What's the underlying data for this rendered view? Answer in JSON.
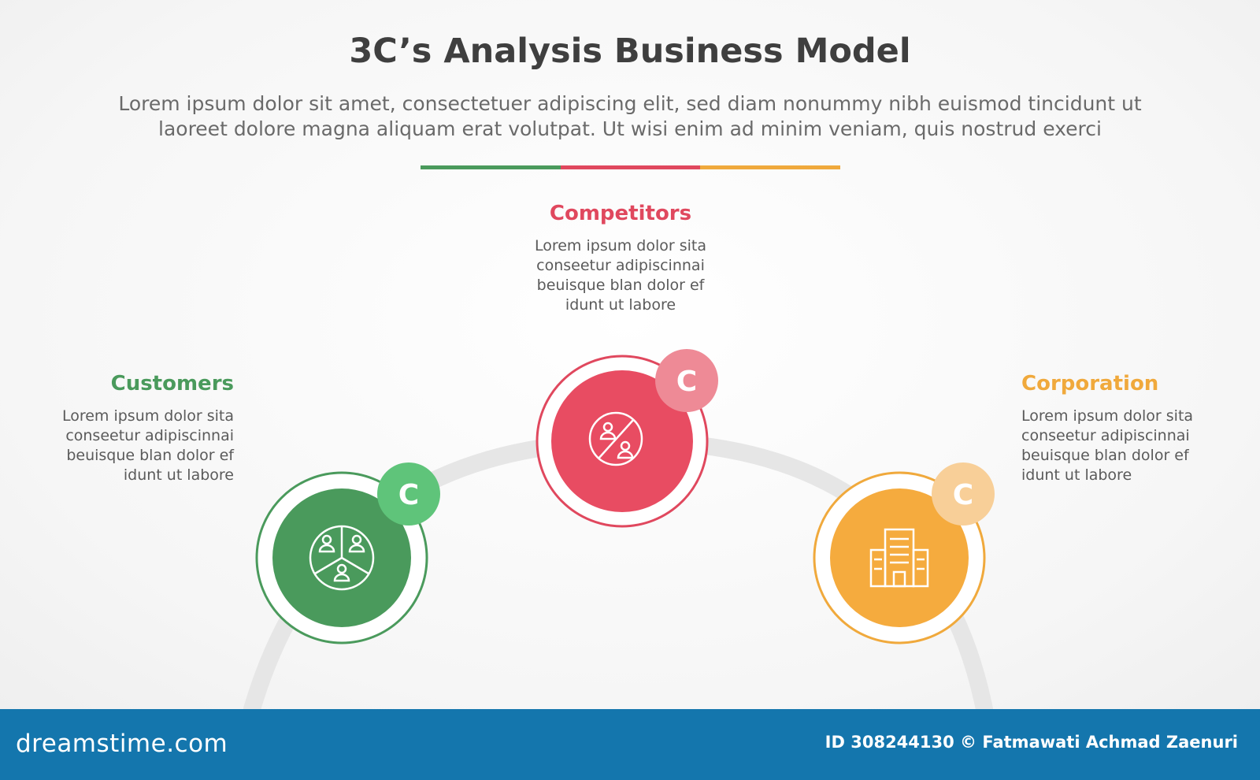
{
  "header": {
    "title": "3C’s Analysis Business Model",
    "subtitle_line1": "Lorem ipsum dolor sit amet, consectetuer adipiscing elit, sed diam nonummy nibh euismod tincidunt ut",
    "subtitle_line2": "laoreet dolore magna aliquam erat volutpat. Ut wisi enim ad minim veniam, quis nostrud exerci"
  },
  "colors": {
    "green": "#4a9a5c",
    "red": "#e0485e",
    "orange": "#f0a93c",
    "arc": "#e6e6e6",
    "footer": "#1476ad"
  },
  "items": [
    {
      "title": "Customers",
      "badge": "C",
      "icon": "customer-segments-icon",
      "body": [
        "Lorem ipsum dolor sita",
        "conseetur adipiscinnai",
        "beuisque blan dolor ef",
        "idunt ut labore"
      ]
    },
    {
      "title": "Competitors",
      "badge": "C",
      "icon": "no-competition-icon",
      "body": [
        "Lorem ipsum dolor sita",
        "conseetur adipiscinnai",
        "beuisque blan dolor ef",
        "idunt ut labore"
      ]
    },
    {
      "title": "Corporation",
      "badge": "C",
      "icon": "office-building-icon",
      "body": [
        "Lorem ipsum dolor sita",
        "conseetur adipiscinnai",
        "beuisque blan dolor ef",
        "idunt ut labore"
      ]
    }
  ],
  "footer": {
    "brand": "dreamstime.com",
    "credit": "ID 308244130 © Fatmawati  Achmad Zaenuri"
  }
}
